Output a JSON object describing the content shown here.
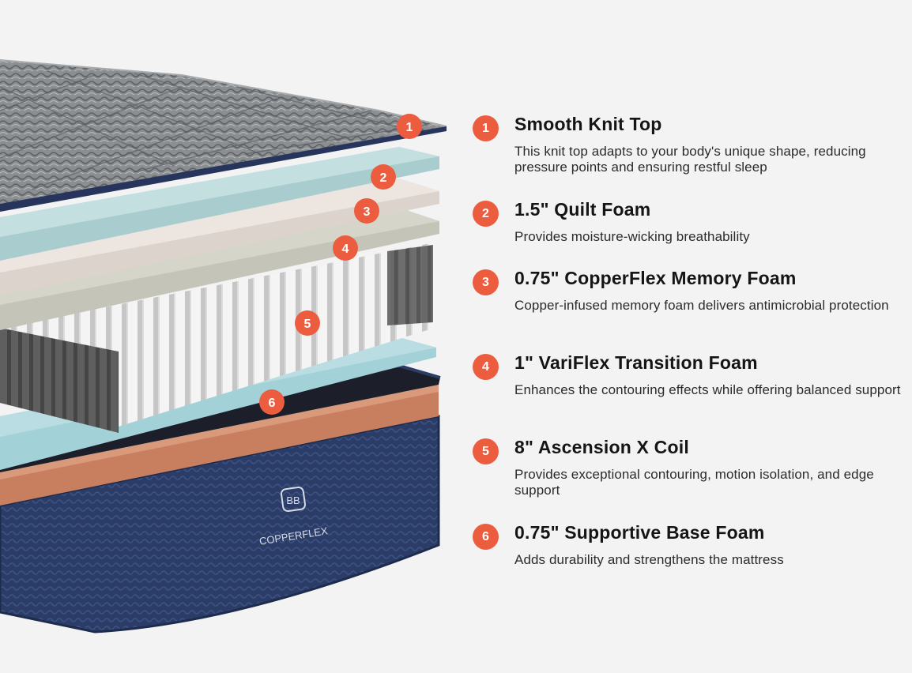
{
  "brand": {
    "logo_text": "COPPERFLEX",
    "logo_monogram": "BB"
  },
  "colors": {
    "badge": "#ec5d3f",
    "cover": "#8e9193",
    "quilt_foam": "#b7d5d6",
    "memory_foam": "#e4dcd7",
    "transition_foam": "#c9c8bd",
    "coil": "#ebebeb",
    "base_foam": "#a3d1d8",
    "copper_band": "#c77f5f",
    "base_cover": "#2b3d66"
  },
  "layers": [
    {
      "number": "1",
      "title": "Smooth Knit Top",
      "description": "This knit top adapts to your body's unique shape, reducing pressure points and ensuring restful sleep"
    },
    {
      "number": "2",
      "title": "1.5\" Quilt Foam",
      "description": "Provides moisture-wicking breathability"
    },
    {
      "number": "3",
      "title": "0.75\" CopperFlex Memory Foam",
      "description": "Copper-infused memory foam delivers antimicrobial protection"
    },
    {
      "number": "4",
      "title": "1\" VariFlex Transition Foam",
      "description": "Enhances the contouring effects while offering balanced support"
    },
    {
      "number": "5",
      "title": "8\" Ascension X Coil",
      "description": "Provides exceptional contouring, motion isolation, and edge support"
    },
    {
      "number": "6",
      "title": "0.75\" Supportive Base Foam",
      "description": "Adds durability and strengthens the mattress"
    }
  ]
}
